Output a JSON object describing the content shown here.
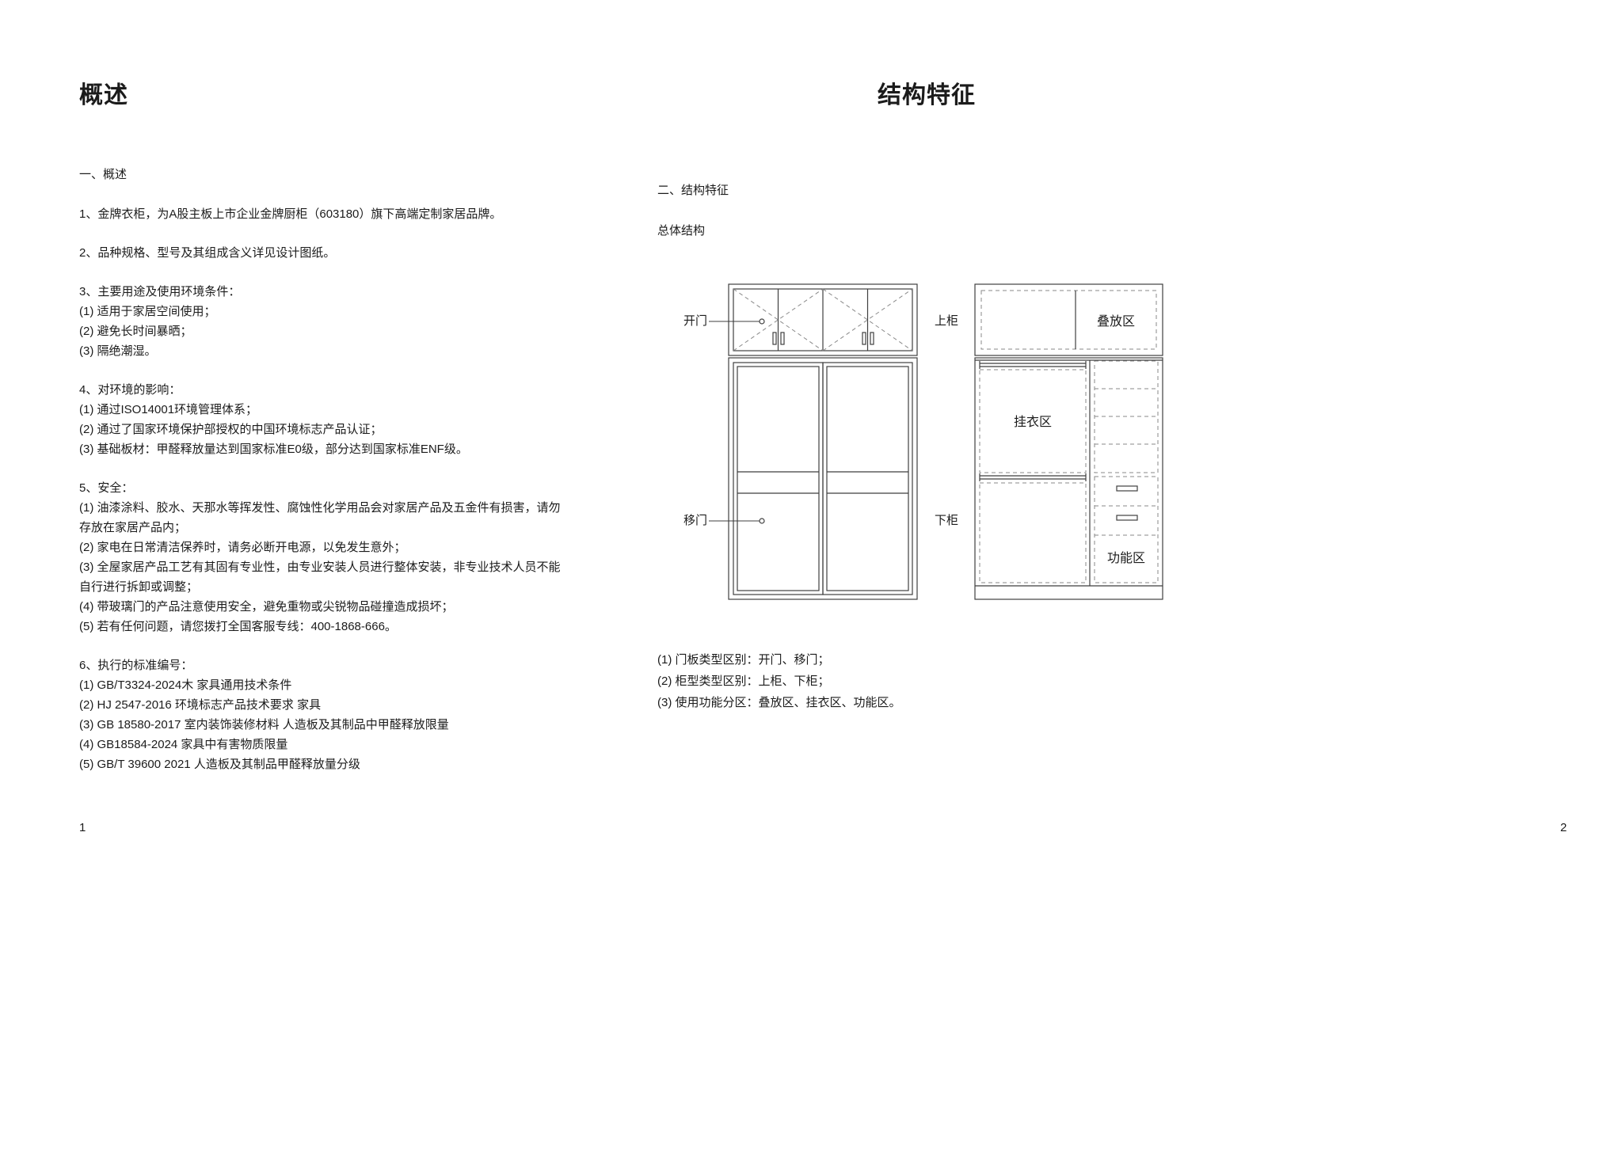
{
  "page_left": {
    "title": "概述",
    "section_heading": "一、概述",
    "blocks": [
      {
        "lines": [
          "1、金牌衣柜，为A股主板上市企业金牌厨柜（603180）旗下高端定制家居品牌。"
        ]
      },
      {
        "lines": [
          "2、品种规格、型号及其组成含义详见设计图纸。"
        ]
      },
      {
        "lines": [
          "3、主要用途及使用环境条件：",
          "(1) 适用于家居空间使用；",
          "(2) 避免长时间暴晒；",
          "(3) 隔绝潮湿。"
        ]
      },
      {
        "lines": [
          "4、对环境的影响：",
          "(1) 通过ISO14001环境管理体系；",
          "(2) 通过了国家环境保护部授权的中国环境标志产品认证；",
          "(3) 基础板材：甲醛释放量达到国家标准E0级，部分达到国家标准ENF级。"
        ]
      },
      {
        "lines": [
          "5、安全：",
          "(1) 油漆涂料、胶水、天那水等挥发性、腐蚀性化学用品会对家居产品及五金件有损害，请勿存放在家居产品内；",
          "(2) 家电在日常清洁保养时，请务必断开电源，以免发生意外；",
          "(3) 全屋家居产品工艺有其固有专业性，由专业安装人员进行整体安装，非专业技术人员不能自行进行拆卸或调整；",
          "(4) 带玻璃门的产品注意使用安全，避免重物或尖锐物品碰撞造成损坏；",
          "(5) 若有任何问题，请您拨打全国客服专线：400-1868-666。"
        ]
      },
      {
        "lines": [
          "6、执行的标准编号：",
          "(1) GB/T3324-2024木 家具通用技术条件",
          "(2) HJ 2547-2016 环境标志产品技术要求 家具",
          "(3) GB 18580-2017 室内装饰装修材料 人造板及其制品中甲醛释放限量",
          "(4) GB18584-2024 家具中有害物质限量",
          "(5) GB/T 39600 2021 人造板及其制品甲醛释放量分级"
        ]
      }
    ],
    "page_number": "1"
  },
  "page_right": {
    "title": "结构特征",
    "section_heading": "二、结构特征",
    "subsection_heading": "总体结构",
    "diagram_labels": {
      "open_door": "开门",
      "sliding_door": "移门",
      "upper_cabinet": "上柜",
      "lower_cabinet": "下柜",
      "stacking_zone": "叠放区",
      "hanging_zone": "挂衣区",
      "function_zone": "功能区"
    },
    "notes": [
      "(1) 门板类型区别：开门、移门；",
      "(2) 柜型类型区别：上柜、下柜；",
      "(3) 使用功能分区：叠放区、挂衣区、功能区。"
    ],
    "page_number": "2"
  }
}
